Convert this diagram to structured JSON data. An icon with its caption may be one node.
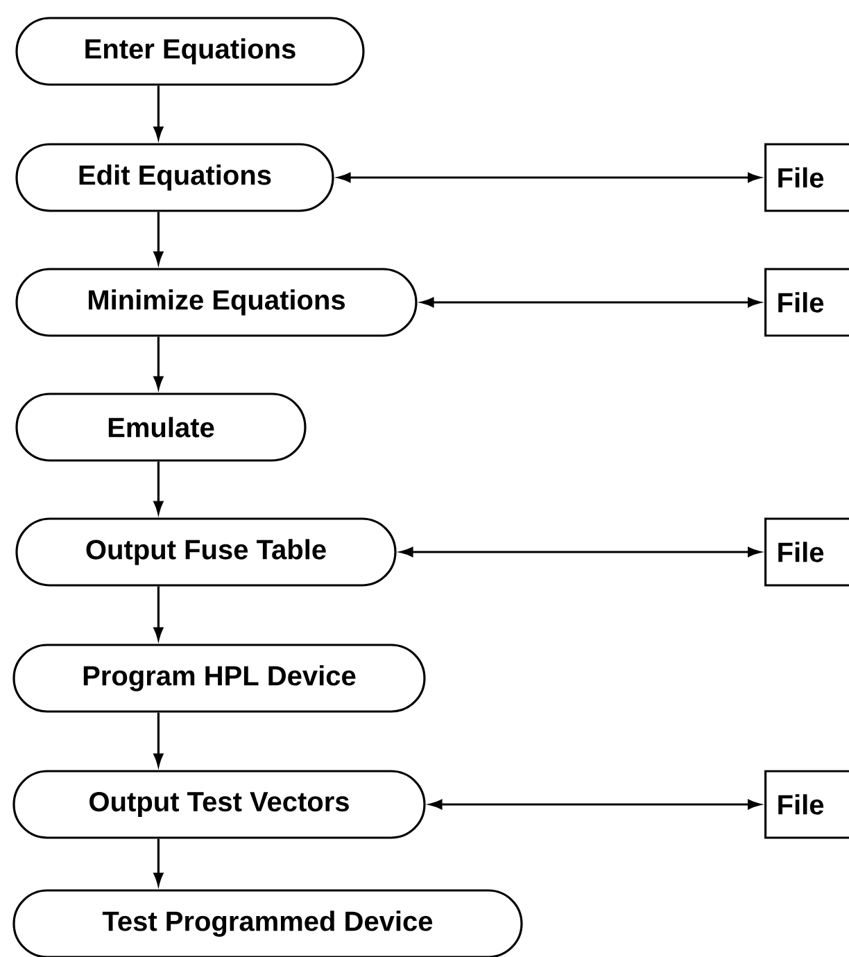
{
  "diagram": {
    "nodes": [
      {
        "text": [
          "Enter Equations"
        ]
      },
      {
        "text": [
          "Edit Equations"
        ]
      },
      {
        "text": [
          "File"
        ]
      },
      {
        "text": [
          "Minimize Equations"
        ]
      },
      {
        "text": [
          "File"
        ]
      },
      {
        "text": [
          "Emulate"
        ]
      },
      {
        "text": [
          "Output Fuse Table"
        ]
      },
      {
        "text": [
          "File"
        ]
      },
      {
        "text": [
          "Program HPL Device"
        ]
      },
      {
        "text": [
          "Output Test Vectors"
        ]
      },
      {
        "text": [
          "File"
        ]
      },
      {
        "text": [
          "Test Programmed Device"
        ]
      }
    ],
    "edges": [
      {
        "from": 0,
        "to": 1,
        "arrow": "to"
      },
      {
        "from": 1,
        "to": 2,
        "arrow": "both"
      },
      {
        "from": 1,
        "to": 3,
        "arrow": "to"
      },
      {
        "from": 3,
        "to": 4,
        "arrow": "both"
      },
      {
        "from": 3,
        "to": 5,
        "arrow": "to"
      },
      {
        "from": 5,
        "to": 6,
        "arrow": "to"
      },
      {
        "from": 6,
        "to": 7,
        "arrow": "both"
      },
      {
        "from": 6,
        "to": 8,
        "arrow": "to"
      },
      {
        "from": 8,
        "to": 9,
        "arrow": "to"
      },
      {
        "from": 9,
        "to": 10,
        "arrow": "both"
      },
      {
        "from": 9,
        "to": 11,
        "arrow": "to"
      }
    ]
  }
}
